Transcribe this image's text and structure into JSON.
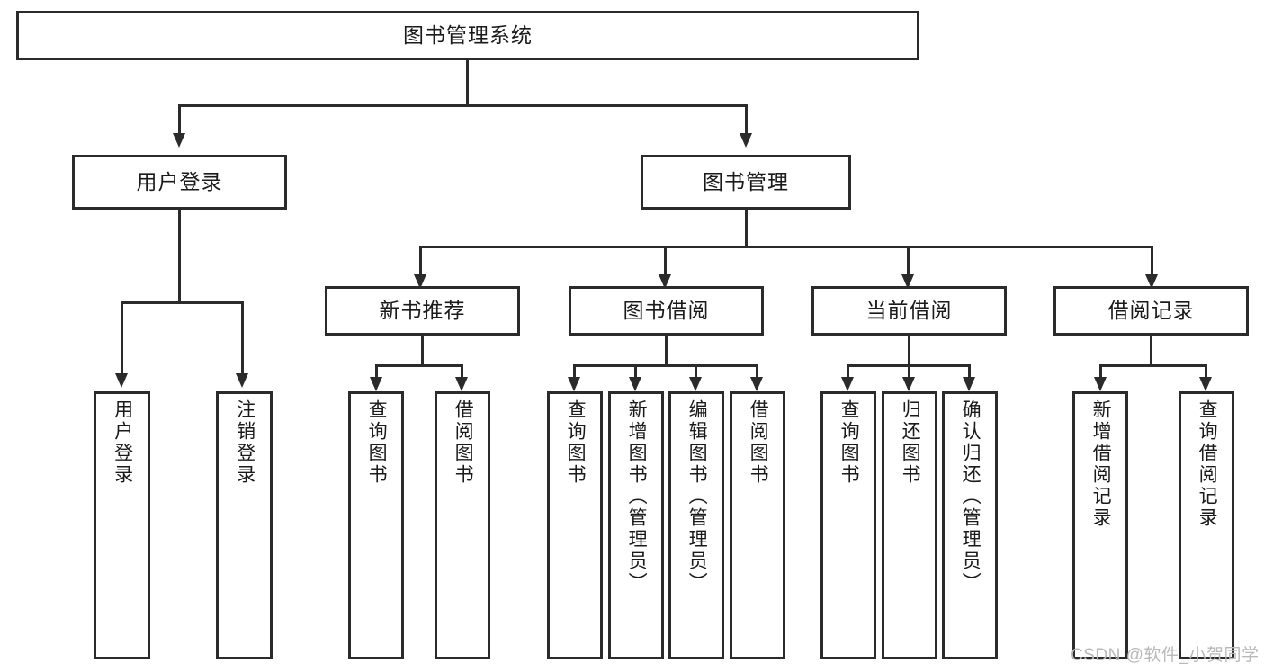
{
  "diagram": {
    "title": "图书管理系统",
    "type": "tree-hierarchy-diagram",
    "root": {
      "label": "图书管理系统"
    },
    "level2": [
      {
        "label": "用户登录"
      },
      {
        "label": "图书管理"
      }
    ],
    "level3": [
      {
        "label": "新书推荐"
      },
      {
        "label": "图书借阅"
      },
      {
        "label": "当前借阅"
      },
      {
        "label": "借阅记录"
      }
    ],
    "leaves": {
      "user_login": [
        {
          "label": "用户登录"
        },
        {
          "label": "注销登录"
        }
      ],
      "new_book_recommend": [
        {
          "label": "查询图书"
        },
        {
          "label": "借阅图书"
        }
      ],
      "book_borrow": [
        {
          "label": "查询图书"
        },
        {
          "label": "新增图书（管理员）"
        },
        {
          "label": "编辑图书（管理员）"
        },
        {
          "label": "借阅图书"
        }
      ],
      "current_borrow": [
        {
          "label": "查询图书"
        },
        {
          "label": "归还图书"
        },
        {
          "label": "确认归还（管理员）"
        }
      ],
      "borrow_records": [
        {
          "label": "新增借阅记录"
        },
        {
          "label": "查询借阅记录"
        }
      ]
    }
  },
  "watermark": {
    "text": "CSDN @软件_小贺同学"
  },
  "colors": {
    "stroke": "#2b2b2b",
    "background": "#ffffff",
    "text": "#1a1a1a",
    "watermark": "#b9b9b9"
  }
}
